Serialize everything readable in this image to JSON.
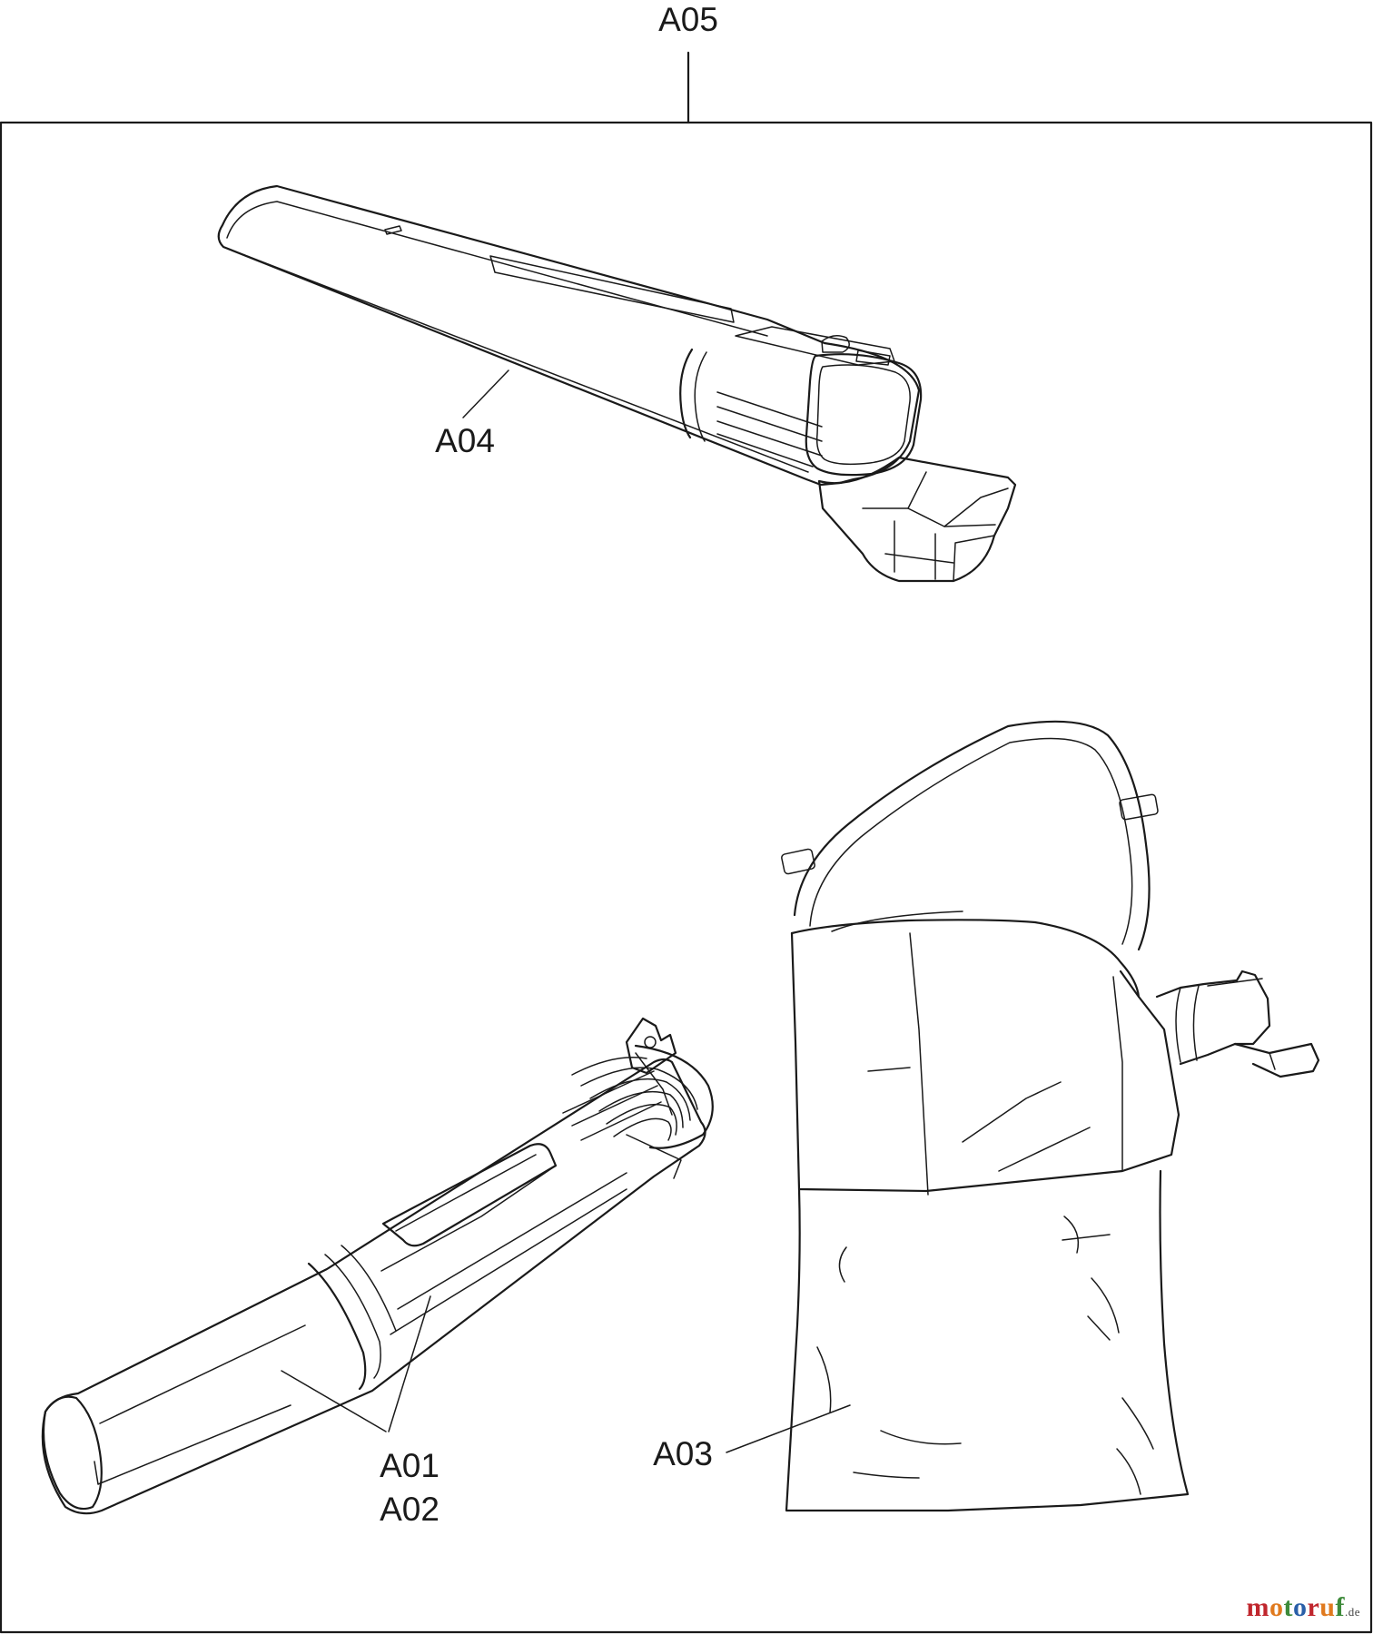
{
  "labels": {
    "assembly": "A05",
    "nozzle": "A04",
    "tube_top": "A01",
    "tube_bottom": "A02",
    "bag": "A03"
  },
  "watermark": {
    "m": "m",
    "o1": "o",
    "t": "t",
    "o2": "o",
    "r": "r",
    "u": "u",
    "f": "f",
    "domain": ".de"
  },
  "colors": {
    "line": "#1a1a1a",
    "background": "#ffffff",
    "watermark_red": "#c0262d",
    "watermark_orange": "#e07a1f",
    "watermark_green": "#3d8a3a",
    "watermark_blue": "#2a5fa8"
  }
}
